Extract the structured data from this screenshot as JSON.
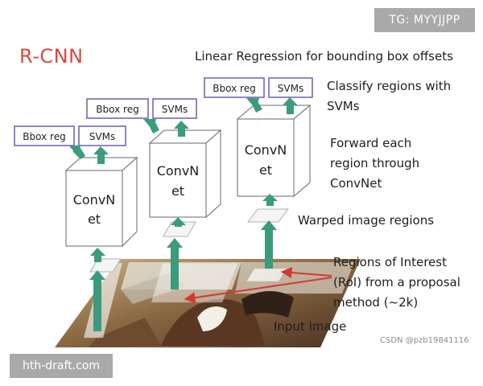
{
  "watermark_top": "TG: MYYJJPP",
  "watermark_bottom": "hth-draft.com",
  "csdn_credit": "CSDN @pzb19841116",
  "title": "R-CNN",
  "captions": {
    "linear_regression": "Linear Regression for bounding box offsets",
    "classify": [
      "Classify regions with",
      "SVMs"
    ],
    "forward": [
      "Forward each",
      "region through",
      "ConvNet"
    ],
    "warped": "Warped image regions",
    "roi": [
      "Regions of Interest",
      "(RoI) from a proposal",
      "method (~2k)"
    ],
    "input": "Input image"
  },
  "output_boxes": {
    "bbox": "Bbox reg",
    "svm": "SVMs"
  },
  "convnet_label": [
    "ConvN",
    "et"
  ],
  "colors": {
    "title": "#d84a3e",
    "arrow": "#3b9b7d",
    "box_border": "#6b5fb0",
    "roi_arrow": "#d23a30",
    "cube_border": "#6a6a6a"
  }
}
